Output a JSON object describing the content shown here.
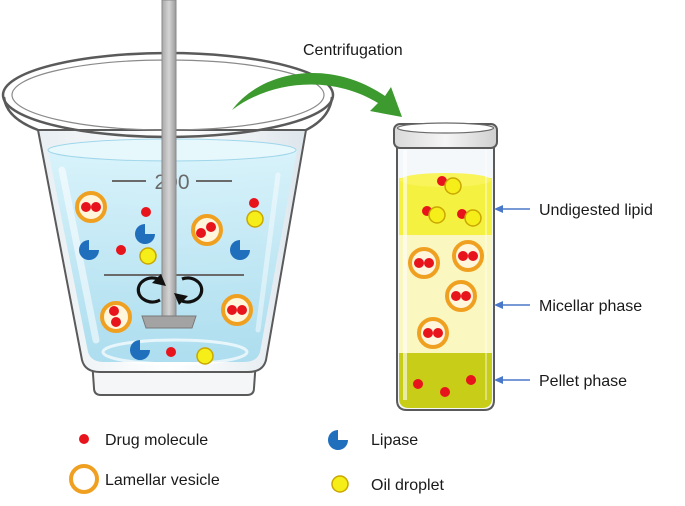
{
  "arrow_label": "Centrifugation",
  "beaker": {
    "scale_label": "200"
  },
  "tube": {
    "phases": [
      {
        "label": "Undigested lipid"
      },
      {
        "label": "Micellar phase"
      },
      {
        "label": "Pellet phase"
      }
    ]
  },
  "legend": {
    "items": [
      {
        "icon": "red-dot-icon",
        "label": "Drug molecule"
      },
      {
        "icon": "lipase-icon",
        "label": "Lipase"
      },
      {
        "icon": "orange-ring-icon",
        "label": "Lamellar vesicle"
      },
      {
        "icon": "yellow-circle-icon",
        "label": "Oil droplet"
      }
    ]
  },
  "colors": {
    "drug": "#e8141c",
    "lipase": "#1f6fbd",
    "vesicle": "#f0a020",
    "oil": "#f5ee18",
    "arrow": "#3d9a2f",
    "pointer": "#4a78c8",
    "water": "#c9ecf8",
    "pellet": "#c8cd18"
  }
}
